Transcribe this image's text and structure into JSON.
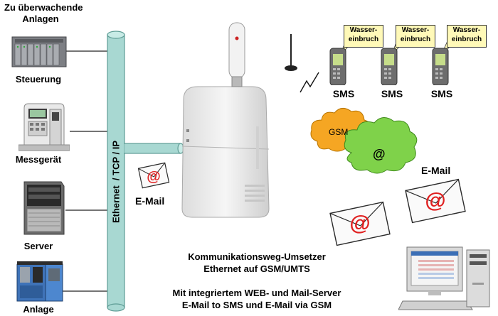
{
  "heading": {
    "line1": "Zu überwachende",
    "line2": "Anlagen"
  },
  "devices": [
    {
      "label": "Steuerung"
    },
    {
      "label": "Messgerät"
    },
    {
      "label": "Server"
    },
    {
      "label": "Anlage"
    }
  ],
  "bus": {
    "label": "Ethernet  / TCP / IP"
  },
  "email_left": {
    "label": "E-Mail",
    "symbol": "@"
  },
  "phones": [
    {
      "label": "SMS",
      "bubble_line1": "Wasser-",
      "bubble_line2": "einbruch"
    },
    {
      "label": "SMS",
      "bubble_line1": "Wasser-",
      "bubble_line2": "einbruch"
    },
    {
      "label": "SMS",
      "bubble_line1": "Wasser-",
      "bubble_line2": "einbruch"
    }
  ],
  "clouds": {
    "gsm": "GSM",
    "internet": "@"
  },
  "email_right": {
    "label": "E-Mail",
    "symbol": "@"
  },
  "captions": {
    "line1": "Kommunikationsweg-Umsetzer",
    "line2": "Ethernet auf GSM/UMTS",
    "line3": "Mit integriertem WEB- und Mail-Server",
    "line4": "E-Mail to SMS und E-Mail via GSM"
  },
  "colors": {
    "bus": "#a8d8d2",
    "bus_stroke": "#5e9c95",
    "gsm_cloud": "#f5a623",
    "internet_cloud": "#7fd24a",
    "at_sign": "#e02020"
  }
}
